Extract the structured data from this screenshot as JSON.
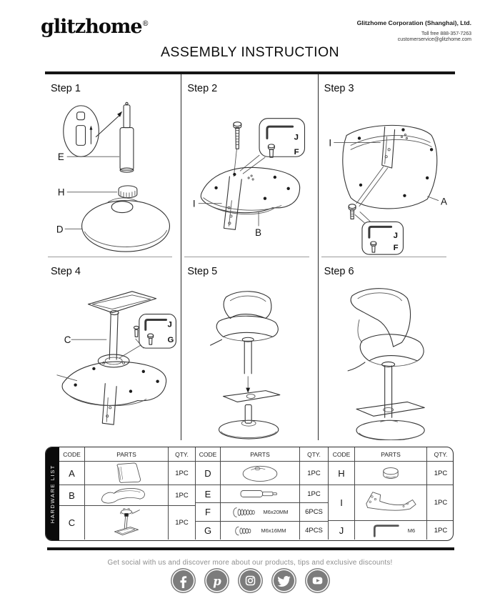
{
  "header": {
    "logo": "glitzhome",
    "logo_reg": "®",
    "company": "Glitzhome Corporation (Shanghai), Ltd.",
    "toll_free": "Toll free 888-357-7263",
    "email": "customerservice@glitzhome.com",
    "title": "ASSEMBLY INSTRUCTION"
  },
  "steps": [
    {
      "label": "Step 1",
      "part_labels": {
        "e": "E",
        "h": "H",
        "d": "D"
      }
    },
    {
      "label": "Step 2",
      "part_labels": {
        "i": "I",
        "b": "B"
      },
      "callout": {
        "key": "J",
        "bolt": "F"
      }
    },
    {
      "label": "Step 3",
      "part_labels": {
        "i": "I",
        "a": "A"
      },
      "callout": {
        "key": "J",
        "bolt": "F"
      }
    },
    {
      "label": "Step 4",
      "part_labels": {
        "c": "C"
      },
      "callout": {
        "key": "J",
        "bolt": "G"
      }
    },
    {
      "label": "Step 5"
    },
    {
      "label": "Step 6"
    }
  ],
  "hardware": {
    "sidebar_label": "HARDWARE LIST",
    "col_headers": [
      "CODE",
      "PARTS",
      "QTY."
    ],
    "groups": [
      {
        "rows": [
          {
            "code": "A",
            "qty": "1PC"
          },
          {
            "code": "B",
            "qty": "1PC"
          },
          {
            "code": "C",
            "qty": "1PC"
          }
        ]
      },
      {
        "rows": [
          {
            "code": "D",
            "qty": "1PC"
          },
          {
            "code": "E",
            "qty": "1PC"
          },
          {
            "code": "F",
            "spec": "M6x20MM",
            "qty": "6PCS"
          },
          {
            "code": "G",
            "spec": "M6x16MM",
            "qty": "4PCS"
          }
        ]
      },
      {
        "rows": [
          {
            "code": "H",
            "qty": "1PC"
          },
          {
            "code": "I",
            "qty": "1PC"
          },
          {
            "code": "J",
            "spec": "M6",
            "qty": "1PC"
          }
        ]
      }
    ]
  },
  "footer": {
    "text": "Get social with us and discover more about our products, tips and exclusive discounts!",
    "social": [
      "facebook",
      "pinterest",
      "instagram",
      "twitter",
      "youtube"
    ]
  }
}
